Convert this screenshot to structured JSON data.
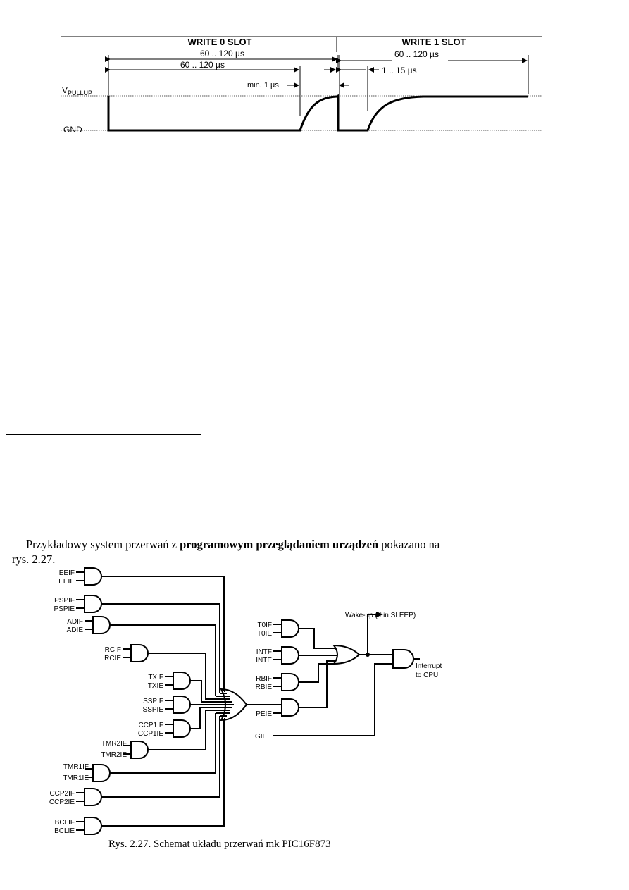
{
  "timing": {
    "write0_title": "WRITE 0 SLOT",
    "write1_title": "WRITE 1 SLOT",
    "slot_total": "60 .. 120 µs",
    "slot_low": "60 .. 120 µs",
    "recovery": "min. 1 µs",
    "slot1_total": "60 .. 120 µs",
    "slot1_low": "1 .. 15 µs",
    "vpullup_main": "V",
    "vpullup_sub": "PULLUP",
    "gnd": "GND"
  },
  "intro": {
    "part1": "Przykładowy system przerwań z ",
    "bold": "programowym przeglądaniem urządzeń",
    "part2": " pokazano na rys. 2.27."
  },
  "circuit": {
    "labels": {
      "eeif": "EEIF",
      "eeie": "EEIE",
      "pspif": "PSPIF",
      "pspie": "PSPIE",
      "adif": "ADIF",
      "adie": "ADIE",
      "rcif": "RCIF",
      "rcie": "RCIE",
      "txif": "TXIF",
      "txie": "TXIE",
      "sspif": "SSPIF",
      "sspie": "SSPIE",
      "ccp1if": "CCP1IF",
      "ccp1ie": "CCP1IE",
      "tmr2if": "TMR2IF",
      "tmr2ie": "TMR2IE",
      "tmr1if": "TMR1IF",
      "tmr1ie": "TMR1IE",
      "ccp2if": "CCP2IF",
      "ccp2ie": "CCP2IE",
      "bclif": "BCLIF",
      "bclie": "BCLIE",
      "t0if": "T0IF",
      "t0ie": "T0IE",
      "intf": "INTF",
      "inte": "INTE",
      "rbif": "RBIF",
      "rbie": "RBIE",
      "peie": "PEIE",
      "gie": "GIE",
      "wakeup": "Wake-up (If in SLEEP)",
      "interrupt1": "Interrupt",
      "interrupt2": "to CPU"
    }
  },
  "caption": "Rys. 2.27. Schemat układu przerwań mk PIC16F873"
}
